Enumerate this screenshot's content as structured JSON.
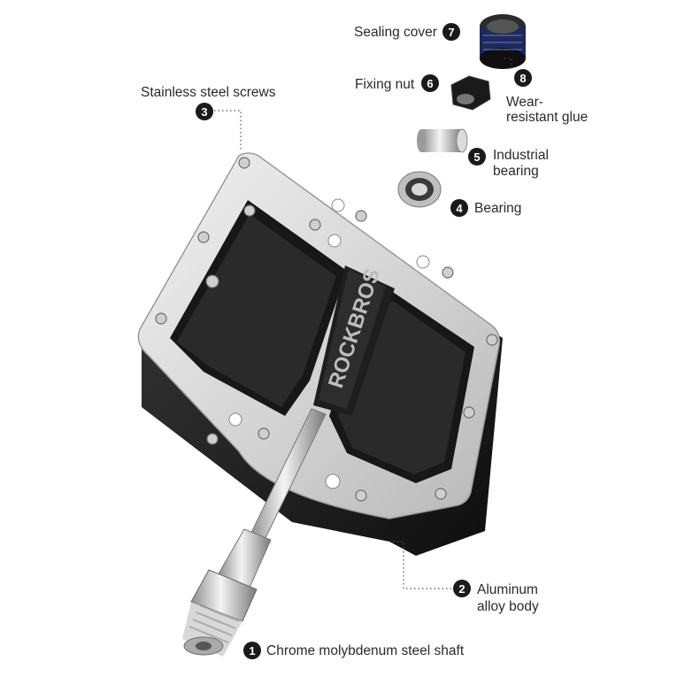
{
  "brand": {
    "logo_text": "ROCKBROS"
  },
  "callouts": [
    {
      "number": "1",
      "text": "Chrome molybdenum steel shaft"
    },
    {
      "number": "2",
      "line1": "Aluminum",
      "line2": "alloy body"
    },
    {
      "number": "3",
      "text": "Stainless steel screws"
    },
    {
      "number": "4",
      "text": "Bearing"
    },
    {
      "number": "5",
      "line1": "Industrial",
      "line2": "bearing"
    },
    {
      "number": "6",
      "text": "Fixing nut"
    },
    {
      "number": "7",
      "text": "Sealing cover"
    },
    {
      "number": "8",
      "line1": "Wear-",
      "line2": "resistant glue"
    }
  ],
  "colors": {
    "frame_silver": "#d9d9d9",
    "frame_black": "#1c1c1c",
    "badge": "#1a1a1a",
    "seal_blue": "#2c3f8c"
  }
}
